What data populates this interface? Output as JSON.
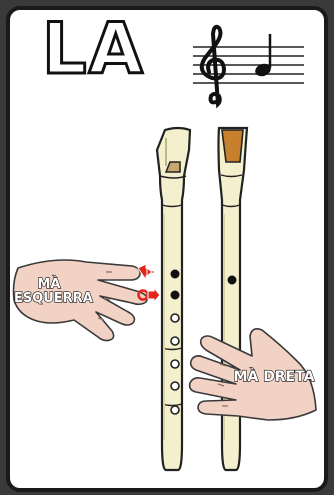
{
  "title": "LA",
  "left_hand_label": "MÀ\nESQUERRA",
  "right_hand_label": "MÀ DRETA",
  "colors": {
    "flute_body": "#f4efcc",
    "flute_outline": "#222222",
    "arrow": "#e2261d",
    "skin": "#f3d2c6",
    "mouthpiece_back": "#c7812e"
  },
  "icons": [
    "treble-clef-icon",
    "quarter-note-icon",
    "arrow-icon"
  ]
}
